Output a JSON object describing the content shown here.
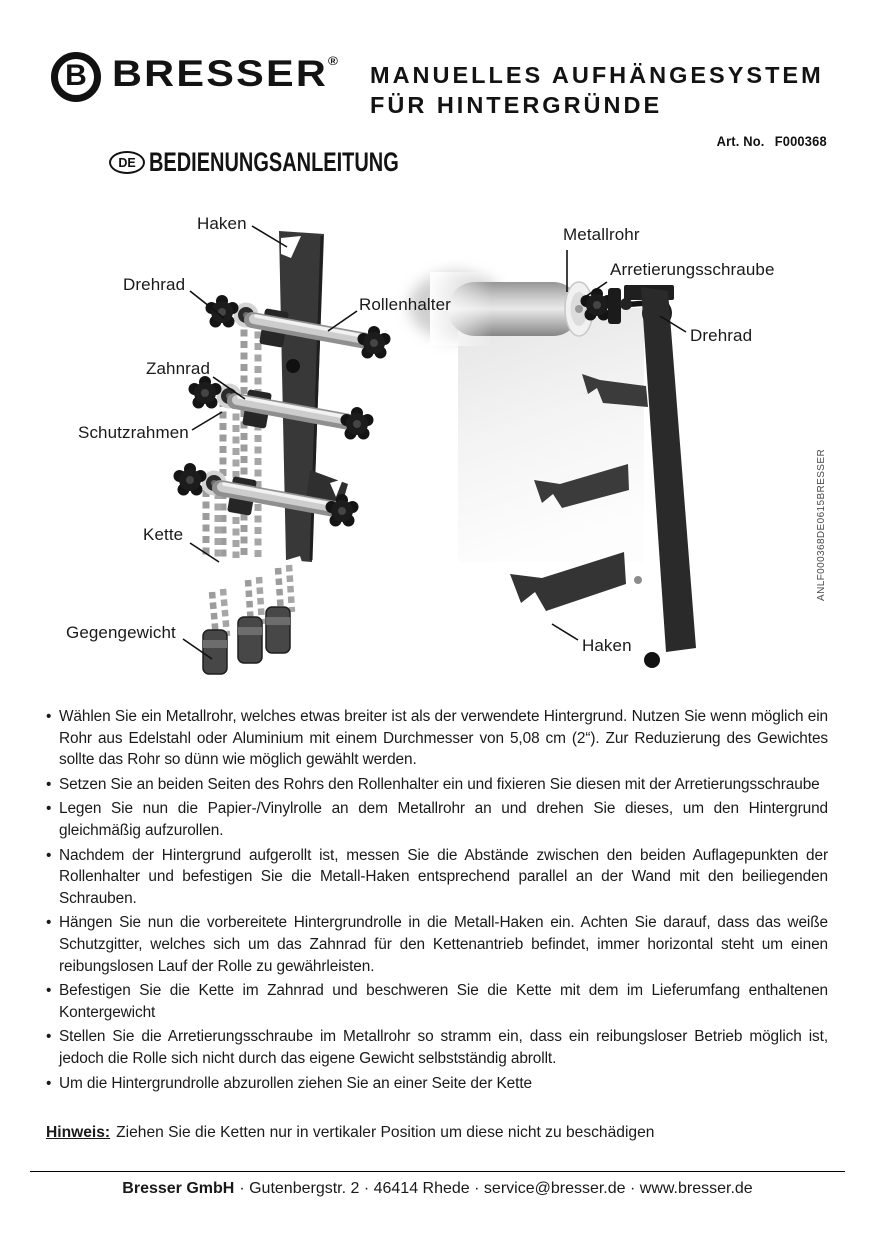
{
  "colors": {
    "ink": "#111111",
    "body_text": "#1a1a1a",
    "metal_gray": "#bfbfbf",
    "bracket_dark": "#2a2a2a"
  },
  "header": {
    "brand_mark": "B",
    "brand": "BRESSER",
    "registered": "®",
    "title_line1": "MANUELLES AUFHÄNGESYSTEM",
    "title_line2": "FÜR HINTERGRÜNDE",
    "art_label": "Art. No.",
    "art_value": "F000368",
    "language_badge": "DE",
    "document_type": "BEDIENUNGSANLEITUNG"
  },
  "figures": {
    "side_code": "ANLF000368DE0615BRESSER",
    "left": {
      "labels": {
        "haken": "Haken",
        "drehrad": "Drehrad",
        "rollenhalter": "Rollenhalter",
        "zahnrad": "Zahnrad",
        "schutzrahmen": "Schutzrahmen",
        "kette": "Kette",
        "gegengewicht": "Gegengewicht"
      }
    },
    "right": {
      "labels": {
        "metallrohr": "Metallrohr",
        "arretierungsschraube": "Arretierungsschraube",
        "drehrad": "Drehrad",
        "haken": "Haken"
      }
    }
  },
  "instructions": {
    "bullet_glyph": "•",
    "bullets": [
      "Wählen Sie ein Metallrohr, welches etwas breiter ist als der verwendete Hintergrund. Nutzen Sie wenn möglich ein Rohr aus Edelstahl oder Aluminium mit einem Durchmesser von 5,08 cm (2“). Zur Reduzierung des Gewichtes sollte das Rohr so dünn wie möglich gewählt werden.",
      "Setzen Sie an beiden Seiten des Rohrs den Rollenhalter ein und fixieren Sie diesen mit der Arretierungsschraube",
      "Legen Sie nun die Papier-/Vinylrolle an dem Metallrohr an und drehen Sie dieses, um den Hintergrund gleichmäßig aufzurollen.",
      "Nachdem der Hintergrund aufgerollt ist, messen Sie die Abstände zwischen den beiden Auflagepunkten der Rollenhalter und befestigen Sie die Metall-Haken entsprechend parallel an der Wand mit den beiliegenden Schrauben.",
      "Hängen Sie nun die vorbereitete Hintergrundrolle in die Metall-Haken ein. Achten Sie darauf, dass das weiße Schutzgitter, welches sich um das Zahnrad für den Kettenantrieb befindet, immer horizontal steht um einen reibungslosen Lauf der Rolle zu gewährleisten.",
      "Befestigen Sie die Kette im Zahnrad und beschweren Sie die Kette mit dem im Lieferumfang enthaltenen Kontergewicht",
      "Stellen Sie die Arretierungsschraube im Metallrohr so stramm ein, dass ein reibungsloser Betrieb möglich ist, jedoch die Rolle sich nicht durch das eigene Gewicht selbstständig abrollt.",
      "Um die Hintergrundrolle abzurollen ziehen Sie an einer Seite der Kette"
    ],
    "note_label": "Hinweis:",
    "note_text": "Ziehen Sie die Ketten nur in vertikaler Position um diese nicht zu beschädigen"
  },
  "footer": {
    "company": "Bresser GmbH",
    "address": "· Gutenbergstr. 2 · 46414 Rhede · service@bresser.de · www.bresser.de"
  }
}
